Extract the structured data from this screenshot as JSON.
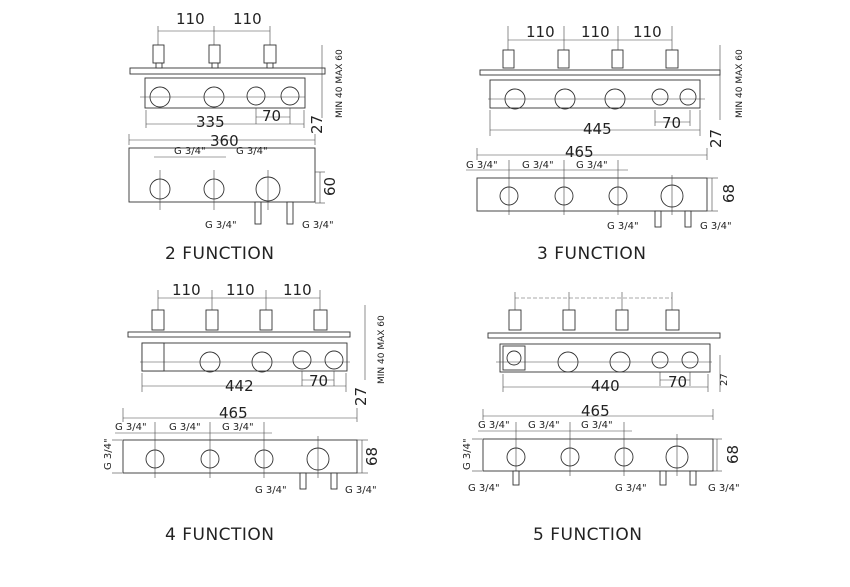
{
  "panels": [
    {
      "label": "2 FUNCTION",
      "spacing": [
        "110",
        "110"
      ],
      "width_top": "335",
      "width_front": "360",
      "side_depth": "27",
      "side_range": "MIN 40 MAX 60",
      "gap": "70",
      "height": "60",
      "thread_top": [
        "G 3/4\"",
        "G 3/4\""
      ],
      "thread_bottom": [
        "G 3/4\"",
        "G 3/4\""
      ],
      "thread_left": ""
    },
    {
      "label": "3 FUNCTION",
      "spacing": [
        "110",
        "110",
        "110"
      ],
      "width_top": "445",
      "width_front": "465",
      "side_depth": "27",
      "side_range": "MIN 40 MAX 60",
      "gap": "70",
      "height": "68",
      "thread_top": [
        "G 3/4\"",
        "G 3/4\"",
        "G 3/4\""
      ],
      "thread_bottom": [
        "G 3/4\"",
        "G 3/4\""
      ],
      "thread_left": ""
    },
    {
      "label": "4 FUNCTION",
      "spacing": [
        "110",
        "110",
        "110"
      ],
      "width_top": "442",
      "width_front": "465",
      "side_depth": "27",
      "side_range": "MIN 40 MAX 60",
      "gap": "70",
      "height": "68",
      "thread_top": [
        "G 3/4\"",
        "G 3/4\"",
        "G 3/4\""
      ],
      "thread_bottom": [
        "G 3/4\"",
        "G 3/4\""
      ],
      "thread_left": "G 3/4\""
    },
    {
      "label": "5 FUNCTION",
      "spacing": [],
      "width_top": "440",
      "width_front": "465",
      "side_depth": "27",
      "side_range": "",
      "gap": "70",
      "height": "68",
      "thread_top": [
        "G 3/4\"",
        "G 3/4\"",
        "G 3/4\""
      ],
      "thread_bottom": [
        "G 3/4\"",
        "G 3/4\"",
        "G 3/4\""
      ],
      "thread_left": "G 3/4\""
    }
  ]
}
